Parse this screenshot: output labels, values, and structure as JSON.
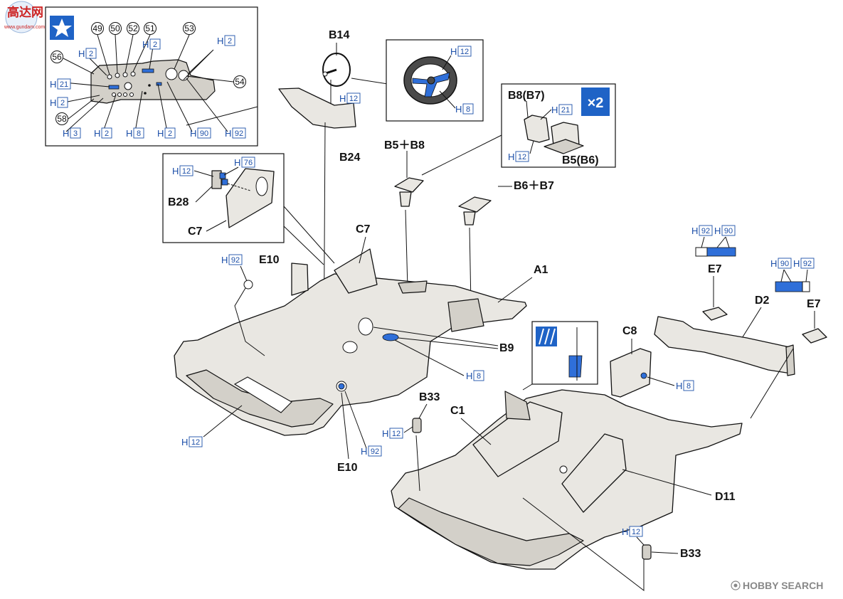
{
  "watermarks": {
    "top_left": "高达网",
    "top_left_sub": "www.gundam.com",
    "bottom_right": "HOBBY SEARCH"
  },
  "badge_multiplier": "×2",
  "numbered_parts": [
    "49",
    "50",
    "52",
    "51",
    "53",
    "56",
    "58",
    "54"
  ],
  "part_labels": {
    "b14": "B14",
    "b24": "B24",
    "b28": "B28",
    "c7_inset": "C7",
    "c7": "C7",
    "b5b8": "B5＋B8",
    "b6b7": "B6＋B7",
    "b8b7": "B8(B7)",
    "b5b6": "B5(B6)",
    "e10_top": "E10",
    "e10_bottom": "E10",
    "a1": "A1",
    "b9": "B9",
    "c8": "C8",
    "d2": "D2",
    "e7_left": "E7",
    "e7_right": "E7",
    "b33_left": "B33",
    "b33_right": "B33",
    "c1": "C1",
    "d11": "D11"
  },
  "color_callouts": [
    {
      "id": "c1",
      "prefix": "H",
      "num": "2"
    },
    {
      "id": "c2",
      "prefix": "H",
      "num": "2"
    },
    {
      "id": "c3",
      "prefix": "H",
      "num": "2"
    },
    {
      "id": "c4",
      "prefix": "H",
      "num": "21"
    },
    {
      "id": "c5",
      "prefix": "H",
      "num": "2"
    },
    {
      "id": "c6",
      "prefix": "H",
      "num": "3"
    },
    {
      "id": "c7",
      "prefix": "H",
      "num": "2"
    },
    {
      "id": "c8",
      "prefix": "H",
      "num": "8"
    },
    {
      "id": "c9",
      "prefix": "H",
      "num": "2"
    },
    {
      "id": "c10",
      "prefix": "H",
      "num": "90"
    },
    {
      "id": "c11",
      "prefix": "H",
      "num": "92"
    },
    {
      "id": "c12",
      "prefix": "H",
      "num": "12"
    },
    {
      "id": "c13",
      "prefix": "H",
      "num": "12"
    },
    {
      "id": "c14",
      "prefix": "H",
      "num": "8"
    },
    {
      "id": "c15",
      "prefix": "H",
      "num": "21"
    },
    {
      "id": "c16",
      "prefix": "H",
      "num": "12"
    },
    {
      "id": "c17",
      "prefix": "H",
      "num": "12"
    },
    {
      "id": "c18",
      "prefix": "H",
      "num": "76"
    },
    {
      "id": "c19",
      "prefix": "H",
      "num": "92"
    },
    {
      "id": "c20",
      "prefix": "H",
      "num": "8"
    },
    {
      "id": "c21",
      "prefix": "H",
      "num": "12"
    },
    {
      "id": "c22",
      "prefix": "H",
      "num": "92"
    },
    {
      "id": "c23",
      "prefix": "H",
      "num": "92"
    },
    {
      "id": "c24",
      "prefix": "H",
      "num": "90"
    },
    {
      "id": "c25",
      "prefix": "H",
      "num": "90"
    },
    {
      "id": "c26",
      "prefix": "H",
      "num": "92"
    },
    {
      "id": "c27",
      "prefix": "H",
      "num": "8"
    },
    {
      "id": "c28",
      "prefix": "H",
      "num": "12"
    },
    {
      "id": "c29",
      "prefix": "H",
      "num": "12"
    }
  ],
  "colors": {
    "accent_blue": "#2f6fd9",
    "callout_blue": "#1c4fa8",
    "badge_blue": "#1f63c6"
  }
}
